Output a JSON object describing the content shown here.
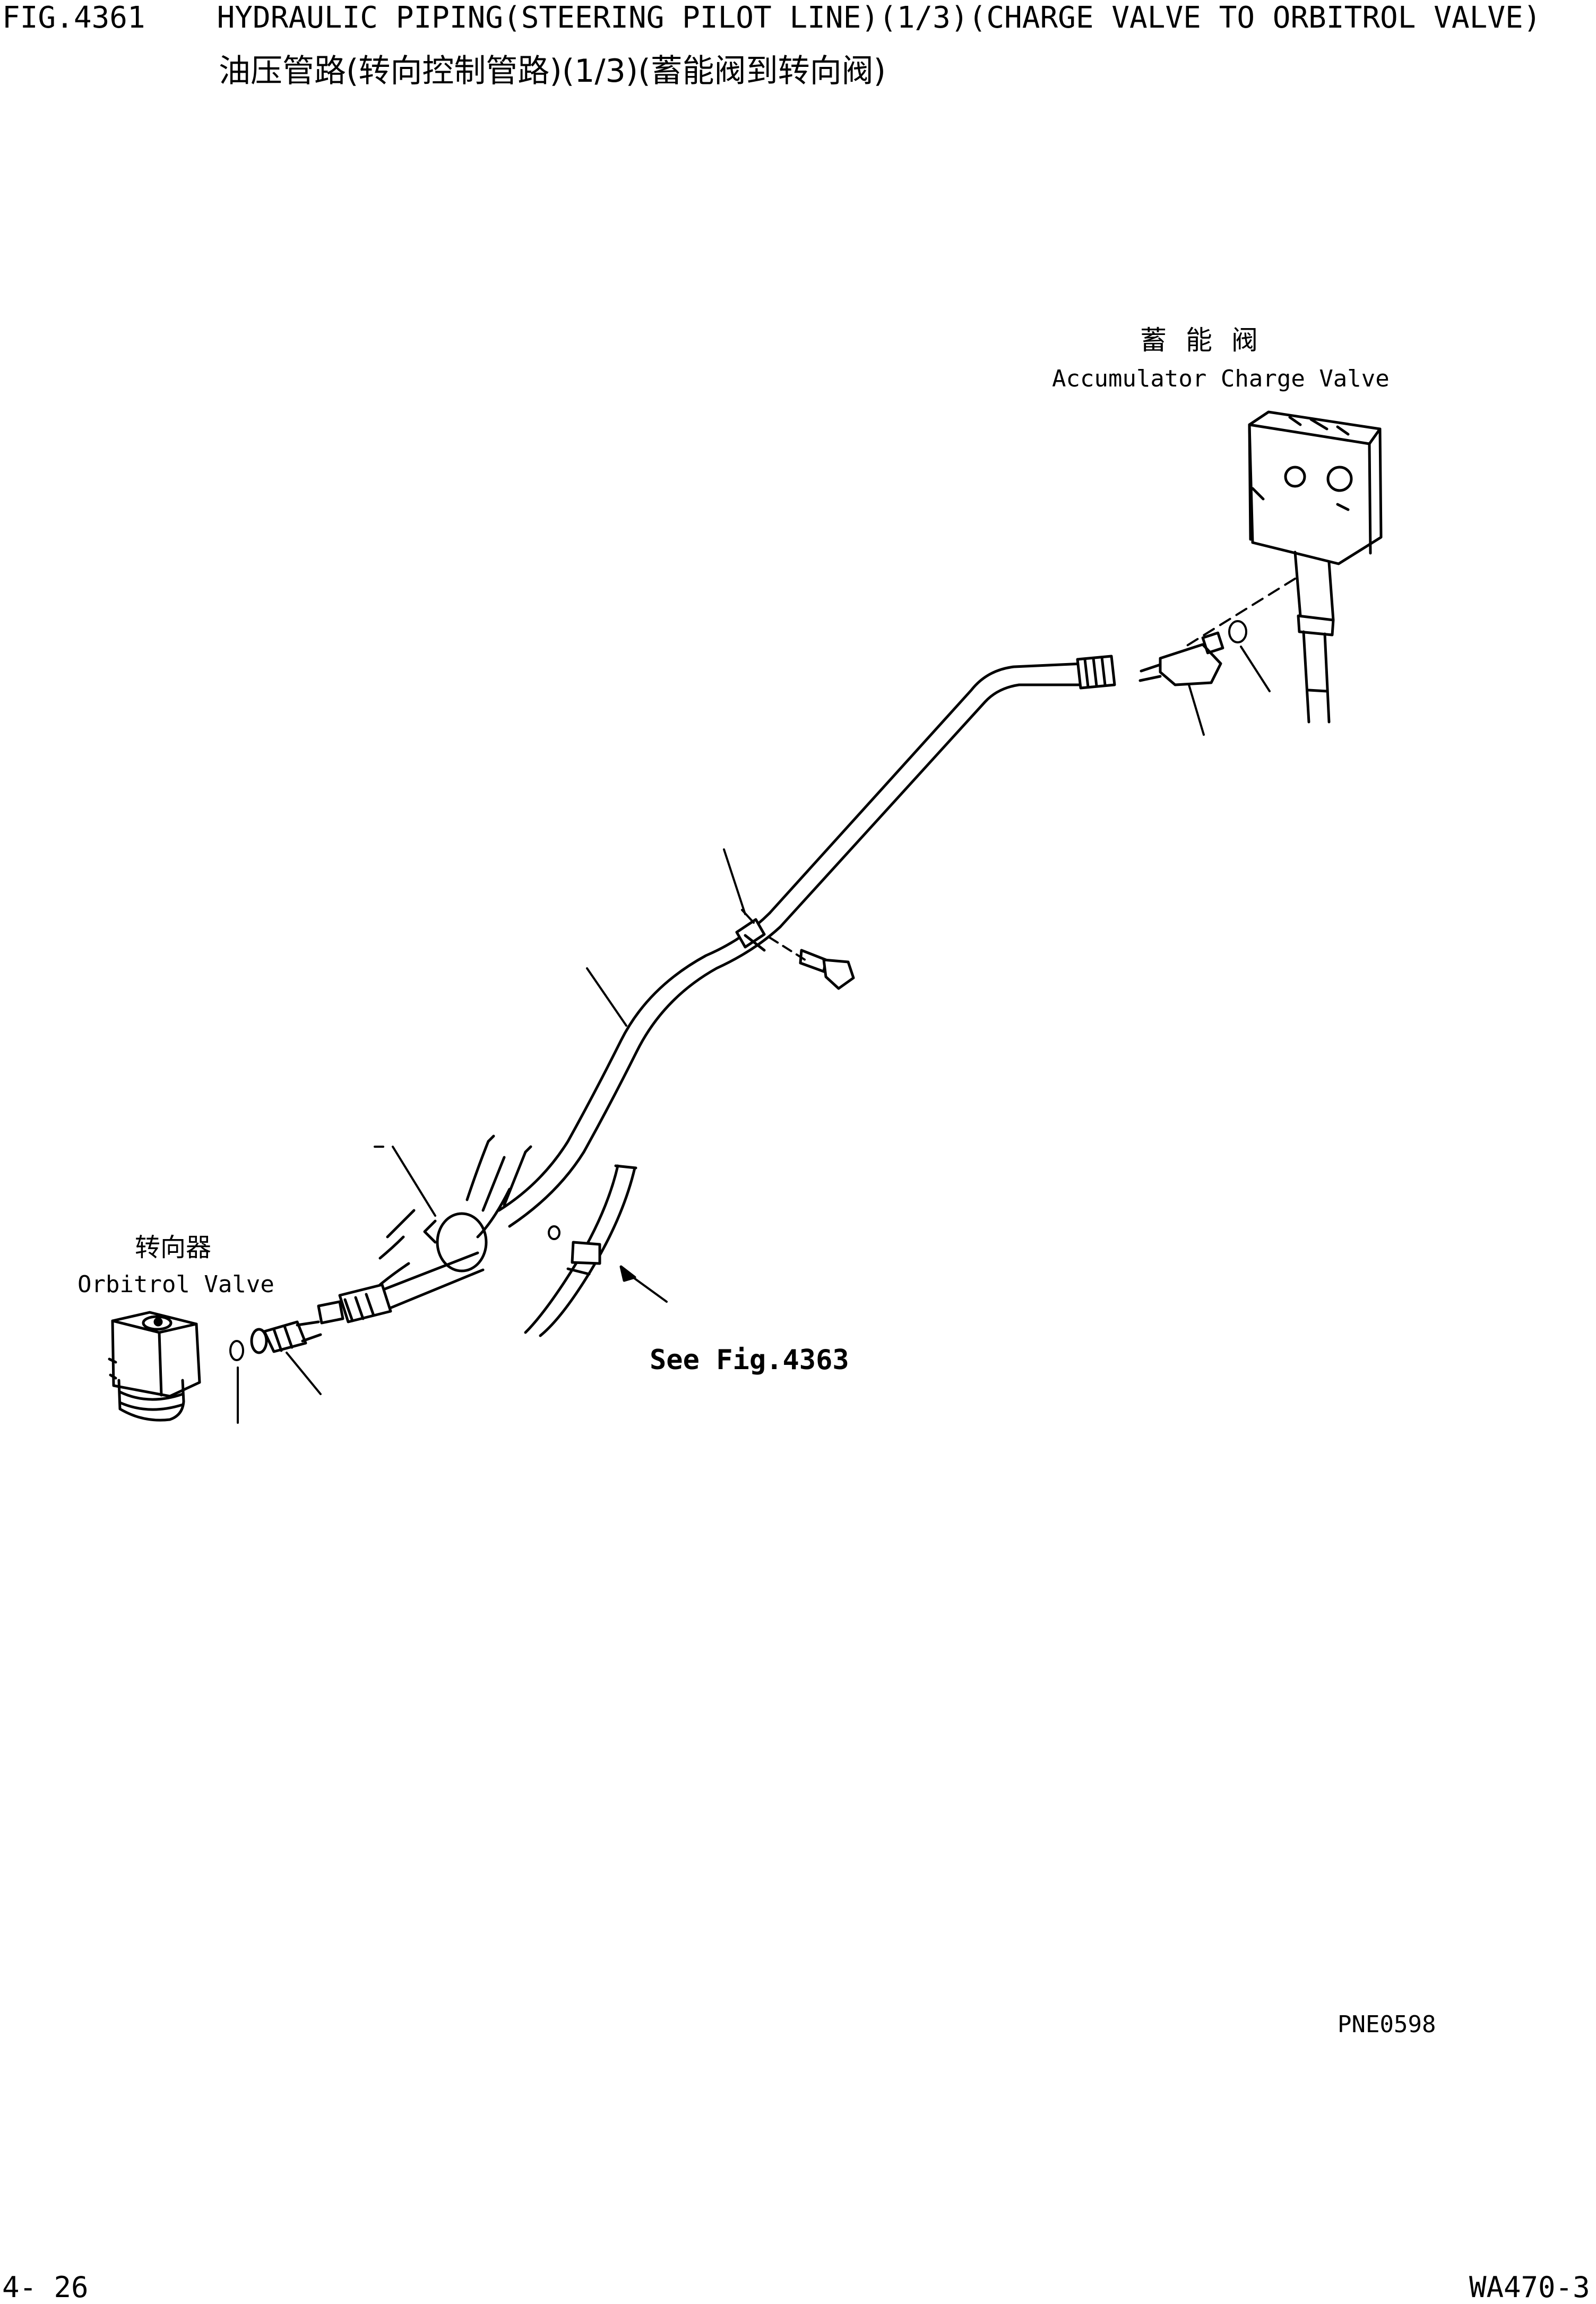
{
  "header": {
    "title": "FIG.4361    HYDRAULIC PIPING(STEERING PILOT LINE)(1/3)(CHARGE VALVE TO ORBITROL VALVE)",
    "subtitle_cn": "油压管路(转向控制管路)(1/3)(蓄能阀到转向阀)"
  },
  "labels": {
    "accumulator_cn": "蓄能阀",
    "accumulator_en": "Accumulator Charge Valve",
    "orbitrol_cn": "转向器",
    "orbitrol_en": "Orbitrol Valve",
    "see_ref": "See Fig.4363"
  },
  "footer": {
    "drawing_id": "PNE0598",
    "page": "4- 26",
    "model": "WA470-3"
  }
}
